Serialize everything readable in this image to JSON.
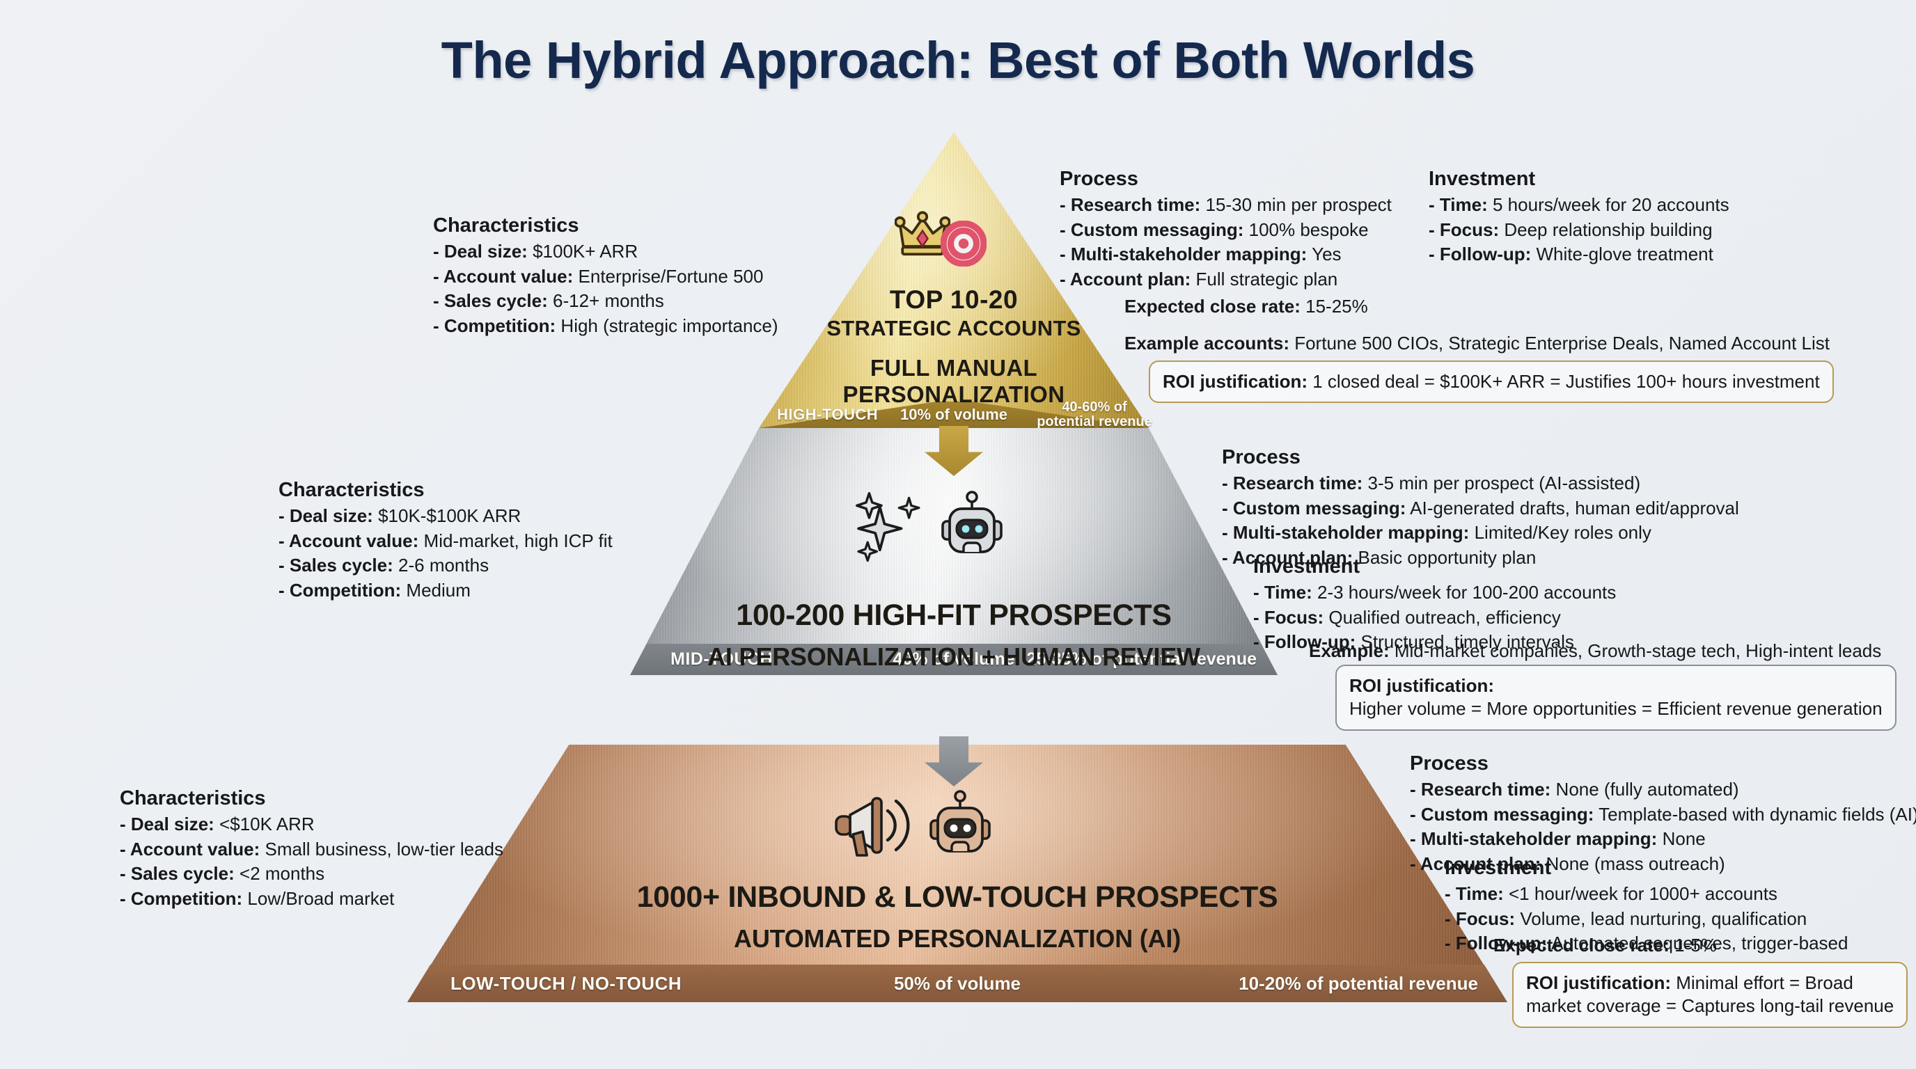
{
  "title": "The Hybrid Approach: Best of Both Worlds",
  "colors": {
    "title": "#14294d",
    "gold": "#d9bd62",
    "silver": "#cfd2d5",
    "bronze": "#c08a64",
    "background": "#eef1f4"
  },
  "tiers": [
    {
      "id": "gold",
      "icons": [
        "crown-icon",
        "target-icon"
      ],
      "heading_lines": [
        "TOP 10-20",
        "STRATEGIC ACCOUNTS",
        "FULL MANUAL",
        "PERSONALIZATION"
      ],
      "band": {
        "touch_level": "HIGH-TOUCH",
        "volume": "10% of volume",
        "revenue": "40-60% of potential revenue"
      },
      "characteristics": {
        "heading": "Characteristics",
        "items": [
          {
            "label": "- Deal size:",
            "value": "$100K+ ARR"
          },
          {
            "label": "- Account value:",
            "value": "Enterprise/Fortune 500"
          },
          {
            "label": "- Sales cycle:",
            "value": "6-12+ months"
          },
          {
            "label": "- Competition:",
            "value": "High (strategic importance)"
          }
        ]
      },
      "process": {
        "heading": "Process",
        "items": [
          {
            "label": "- Research time:",
            "value": "15-30 min per prospect"
          },
          {
            "label": "- Custom messaging:",
            "value": "100% bespoke"
          },
          {
            "label": "- Multi-stakeholder mapping:",
            "value": "Yes"
          },
          {
            "label": "- Account plan:",
            "value": "Full strategic plan"
          }
        ]
      },
      "investment": {
        "heading": "Investment",
        "items": [
          {
            "label": "- Time:",
            "value": "5 hours/week for 20 accounts"
          },
          {
            "label": "- Focus:",
            "value": "Deep relationship building"
          },
          {
            "label": "- Follow-up:",
            "value": "White-glove treatment"
          }
        ]
      },
      "close_rate": {
        "label": "Expected close rate:",
        "value": "15-25%"
      },
      "example": {
        "label": "Example accounts:",
        "value": "Fortune 500 CIOs, Strategic Enterprise Deals, Named Account List"
      },
      "roi": {
        "label": "ROI justification:",
        "value": "1 closed deal = $100K+ ARR = Justifies 100+ hours investment"
      }
    },
    {
      "id": "silver",
      "icons": [
        "sparkles-icon",
        "robot-icon"
      ],
      "heading_lines": [
        "100-200 HIGH-FIT PROSPECTS",
        "AI PERSONALIZATION + HUMAN REVIEW"
      ],
      "band": {
        "touch_level": "MID-TOUCH",
        "volume": "40% of volume",
        "revenue": "25-35% of potential revenue"
      },
      "characteristics": {
        "heading": "Characteristics",
        "items": [
          {
            "label": "- Deal size:",
            "value": "$10K-$100K ARR"
          },
          {
            "label": "- Account value:",
            "value": "Mid-market, high ICP fit"
          },
          {
            "label": "- Sales cycle:",
            "value": "2-6 months"
          },
          {
            "label": "- Competition:",
            "value": "Medium"
          }
        ]
      },
      "process": {
        "heading": "Process",
        "items": [
          {
            "label": "- Research time:",
            "value": "3-5 min per prospect (AI-assisted)"
          },
          {
            "label": "- Custom messaging:",
            "value": "AI-generated drafts, human edit/approval"
          },
          {
            "label": "- Multi-stakeholder mapping:",
            "value": "Limited/Key roles only"
          },
          {
            "label": "- Account plan:",
            "value": "Basic opportunity plan"
          }
        ]
      },
      "investment": {
        "heading": "Investment",
        "items": [
          {
            "label": "- Time:",
            "value": "2-3 hours/week for 100-200 accounts"
          },
          {
            "label": "- Focus:",
            "value": "Qualified outreach, efficiency"
          },
          {
            "label": "- Follow-up:",
            "value": "Structured, timely intervals"
          }
        ]
      },
      "example": {
        "label": "Example:",
        "value": "Mid-market companies, Growth-stage tech, High-intent leads"
      },
      "roi": {
        "label": "ROI justification:",
        "value": "Higher volume = More opportunities = Efficient revenue generation"
      }
    },
    {
      "id": "bronze",
      "icons": [
        "megaphone-icon",
        "robot-icon"
      ],
      "heading_lines": [
        "1000+ INBOUND & LOW-TOUCH PROSPECTS",
        "AUTOMATED PERSONALIZATION (AI)"
      ],
      "band": {
        "touch_level": "LOW-TOUCH / NO-TOUCH",
        "volume": "50% of volume",
        "revenue": "10-20% of potential revenue"
      },
      "characteristics": {
        "heading": "Characteristics",
        "items": [
          {
            "label": "- Deal size:",
            "value": "<$10K ARR"
          },
          {
            "label": "- Account value:",
            "value": "Small business, low-tier leads"
          },
          {
            "label": "- Sales cycle:",
            "value": "<2 months"
          },
          {
            "label": "- Competition:",
            "value": "Low/Broad market"
          }
        ]
      },
      "process": {
        "heading": "Process",
        "items": [
          {
            "label": "- Research time:",
            "value": "None (fully automated)"
          },
          {
            "label": "- Custom messaging:",
            "value": "Template-based with dynamic fields (AI)"
          },
          {
            "label": "- Multi-stakeholder mapping:",
            "value": "None"
          },
          {
            "label": "- Account plan:",
            "value": "None (mass outreach)"
          }
        ]
      },
      "investment": {
        "heading": "Investment",
        "items": [
          {
            "label": "- Time:",
            "value": "<1 hour/week for 1000+ accounts"
          },
          {
            "label": "- Focus:",
            "value": "Volume, lead nurturing, qualification"
          },
          {
            "label": "- Follow-up:",
            "value": "Automated sequences, trigger-based"
          }
        ]
      },
      "close_rate": {
        "label": "Expected close rate:",
        "value": "1-5%"
      },
      "roi": {
        "label": "ROI justification:",
        "value1": "Minimal effort = Broad",
        "value2": "market coverage = Captures long-tail revenue"
      }
    }
  ]
}
